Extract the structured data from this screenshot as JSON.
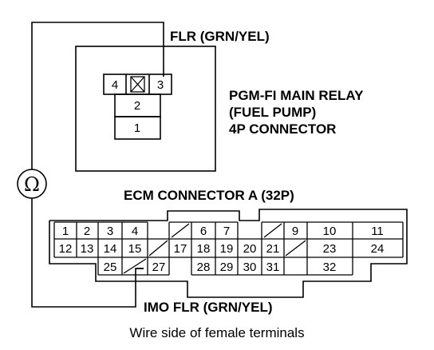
{
  "labels": {
    "flr_wire": "FLR (GRN/YEL)",
    "relay_line1": "PGM-FI MAIN RELAY",
    "relay_line2": "(FUEL PUMP)",
    "relay_line3": "4P CONNECTOR",
    "ecm_title": "ECM CONNECTOR A (32P)",
    "imo_wire": "IMO FLR (GRN/YEL)",
    "caption": "Wire side of female terminals",
    "ohm_symbol": "Ω"
  },
  "relay_pins": {
    "pin4": "4",
    "pin3": "3",
    "pin2": "2",
    "pin1": "1"
  },
  "ecm_pins": {
    "p1": "1",
    "p2": "2",
    "p3": "3",
    "p4": "4",
    "p6": "6",
    "p7": "7",
    "p9": "9",
    "p10": "10",
    "p11": "11",
    "p12": "12",
    "p13": "13",
    "p14": "14",
    "p15": "15",
    "p17": "17",
    "p18": "18",
    "p19": "19",
    "p20": "20",
    "p21": "21",
    "p23": "23",
    "p24": "24",
    "p25": "25",
    "p27": "27",
    "p28": "28",
    "p29": "29",
    "p30": "30",
    "p31": "31",
    "p32": "32"
  }
}
